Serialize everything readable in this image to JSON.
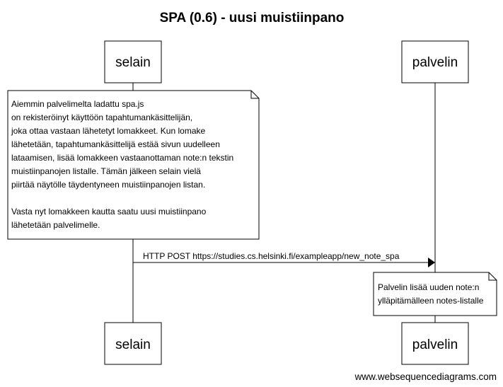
{
  "diagram": {
    "title": "SPA (0.6) - uusi muistiinpano",
    "participants": [
      {
        "label": "selain"
      },
      {
        "label": "palvelin"
      }
    ],
    "note_client": {
      "lines": [
        "Aiemmin palvelimelta ladattu spa.js",
        "on rekisteröinyt käyttöön tapahtumankäsittelijän,",
        "joka ottaa vastaan lähetetyt lomakkeet. Kun lomake",
        "lähetetään, tapahtumankäsittelijä estää sivun uudelleen",
        "lataamisen, lisää lomakkeen vastaanottaman note:n tekstin",
        "muistiinpanojen listalle. Tämän jälkeen selain vielä",
        "piirtää näytölle täydentyneen muistiinpanojen listan.",
        "",
        "Vasta nyt lomakkeen kautta saatu uusi muistiinpano",
        "lähetetään palvelimelle."
      ]
    },
    "message": {
      "label": "HTTP POST https://studies.cs.helsinki.fi/exampleapp/new_note_spa"
    },
    "note_server": {
      "lines": [
        "Palvelin lisää uuden note:n",
        "ylläpitämälleen notes-listalle"
      ]
    },
    "watermark": "www.websequencediagrams.com"
  }
}
